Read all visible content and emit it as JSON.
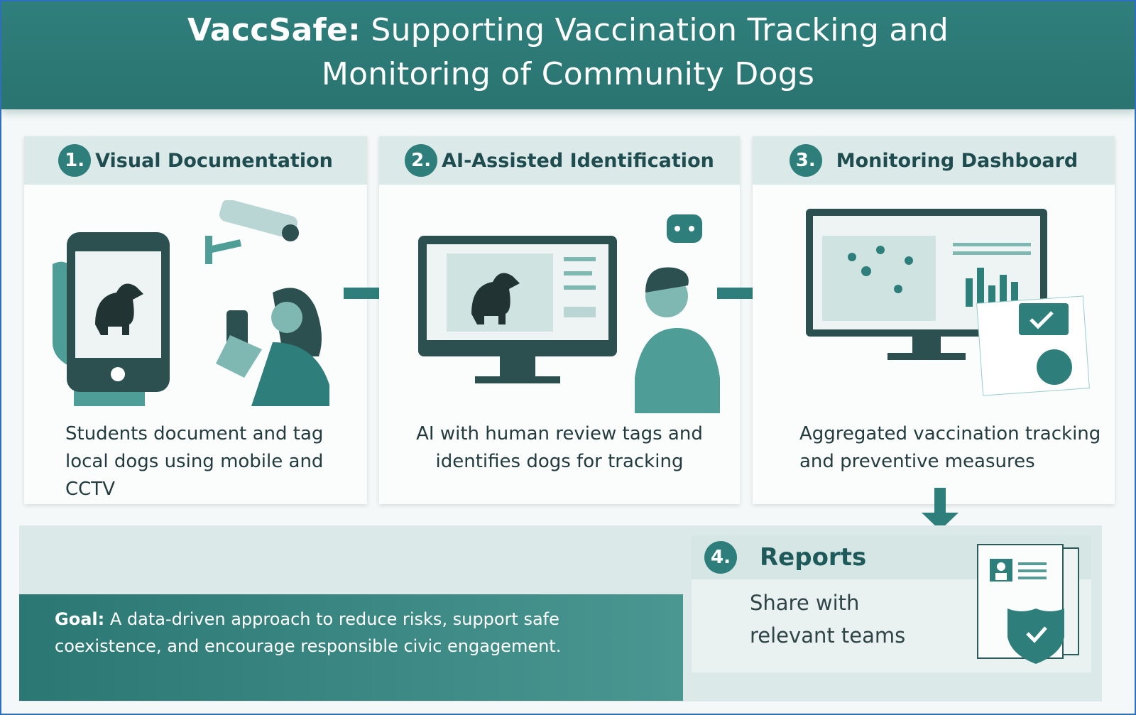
{
  "title": {
    "bold": "VaccSafe:",
    "rest": " Supporting Vaccination Tracking and",
    "line2": "Monitoring of Community Dogs"
  },
  "steps": [
    {
      "number": "1.",
      "title": "Visual Documentation",
      "description": "Students document and tag local dogs using mobile and CCTV"
    },
    {
      "number": "2.",
      "title": "AI-Assisted Identification",
      "description": "AI with human review tags and identifies dogs for tracking"
    },
    {
      "number": "3.",
      "title": "Monitoring Dashboard",
      "description": "Aggregated vaccination tracking and preventive measures"
    },
    {
      "number": "4.",
      "title": "Reports",
      "description": "Share with relevant teams"
    }
  ],
  "goal": {
    "label": "Goal:",
    "text": " A data-driven approach to reduce risks, support safe coexistence, and encourage responsible civic engagement."
  },
  "colors": {
    "primary": "#2e7f7b",
    "panel_header": "#dce9e9",
    "text": "#1f3f42"
  }
}
